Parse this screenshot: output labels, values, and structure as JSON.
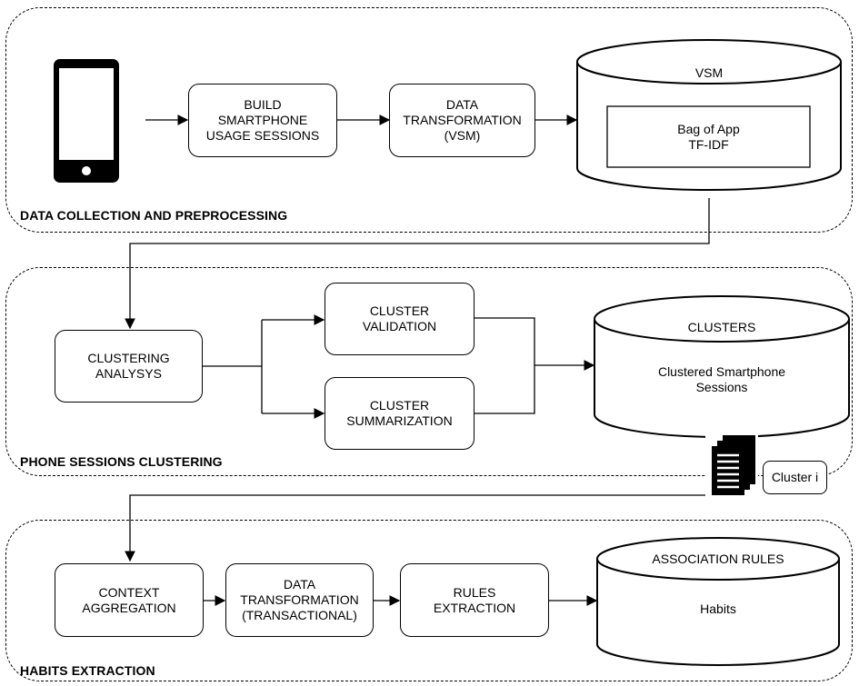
{
  "sections": {
    "collection": {
      "label": "DATA COLLECTION AND PREPROCESSING"
    },
    "clustering": {
      "label": "PHONE SESSIONS CLUSTERING"
    },
    "habits": {
      "label": "HABITS EXTRACTION"
    }
  },
  "nodes": {
    "build_sessions": "BUILD\nSMARTPHONE\nUSAGE SESSIONS",
    "data_transformation_vsm": "DATA\nTRANSFORMATION\n(VSM)",
    "vsm_db": {
      "title": "VSM",
      "inner": "Bag of App\nTF-IDF"
    },
    "clustering_analysis": "CLUSTERING\nANALYSYS",
    "cluster_validation": "CLUSTER\nVALIDATION",
    "cluster_summarization": "CLUSTER\nSUMMARIZATION",
    "clusters_db": {
      "title": "CLUSTERS",
      "body": "Clustered Smartphone\nSessions"
    },
    "cluster_i": "Cluster i",
    "context_aggregation": "CONTEXT\nAGGREGATION",
    "data_transformation_transactional": "DATA\nTRANSFORMATION\n(TRANSACTIONAL)",
    "rules_extraction": "RULES\nEXTRACTION",
    "association_rules_db": {
      "title": "ASSOCIATION RULES",
      "body": "Habits"
    }
  },
  "icons": {
    "phone": "smartphone-icon",
    "documents": "documents-icon"
  }
}
